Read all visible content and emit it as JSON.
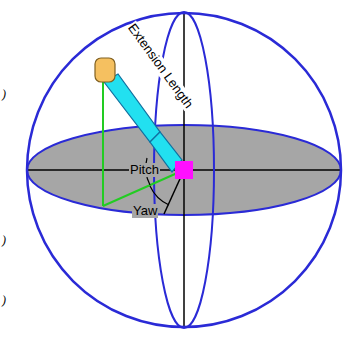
{
  "diagram": {
    "labels": [
      "Extension Length",
      "Pitch",
      "Yaw",
      ")",
      ")",
      ")"
    ]
  }
}
